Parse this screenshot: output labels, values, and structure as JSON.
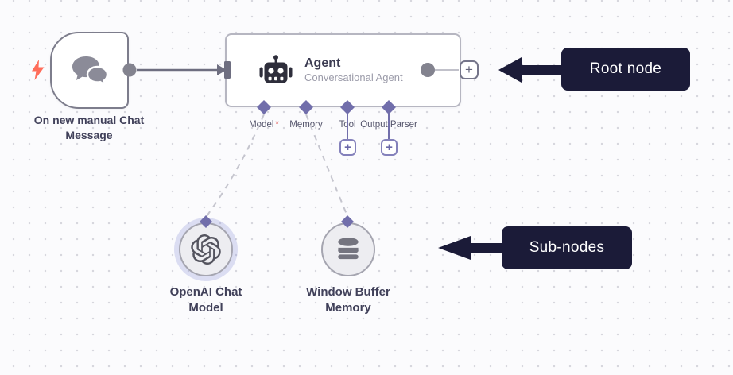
{
  "canvas": {
    "background": "#fbfbfd",
    "dot_color": "#d7d7de"
  },
  "nodes": {
    "trigger": {
      "label": "On new manual Chat Message",
      "icon": "chat-bubbles-icon"
    },
    "agent": {
      "title": "Agent",
      "subtitle": "Conversational Agent",
      "icon": "robot-icon",
      "required_marker": "*",
      "inputs": [
        {
          "label": "Model",
          "required": true
        },
        {
          "label": "Memory",
          "required": false
        },
        {
          "label": "Tool",
          "required": false
        },
        {
          "label": "Output Parser",
          "required": false
        }
      ]
    },
    "openai_chat_model": {
      "label": "OpenAI Chat Model",
      "icon": "openai-logo-icon",
      "selected_glow": "rgba(136,142,214,0.28)"
    },
    "window_buffer_memory": {
      "label": "Window Buffer Memory",
      "icon": "database-icon"
    }
  },
  "buttons": {
    "plus_label": "+"
  },
  "annotations": {
    "root": {
      "label": "Root node"
    },
    "sub": {
      "label": "Sub-nodes"
    }
  },
  "colors": {
    "connector_purple": "#716eab",
    "wire_gray": "#6e6e80",
    "dashed_gray": "#c5c5ce",
    "annotation_bg": "#1b1b38",
    "trigger_bolt": "#ff6d5a",
    "required_asterisk": "#e0514d",
    "node_border": "#b6b6c1",
    "trigger_border": "#7d7d8c"
  }
}
